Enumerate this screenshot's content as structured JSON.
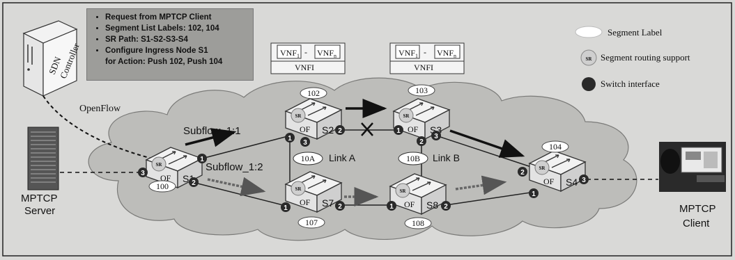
{
  "callout": {
    "items": [
      "Request from MPTCP Client",
      "Segment List Labels: 102, 104",
      "SR Path: S1-S2-S3-S4",
      "Configure Ingress Node S1"
    ],
    "continuation": "for Action: Push 102, Push 104"
  },
  "controller": {
    "label_line1": "SDN",
    "label_line2": "Controller"
  },
  "openflow_label": "OpenFlow",
  "server": {
    "line1": "MPTCP",
    "line2": "Server"
  },
  "client": {
    "line1": "MPTCP",
    "line2": "Client"
  },
  "legend": {
    "segment_label": "Segment Label",
    "sr_support": "Segment routing support",
    "switch_interface": "Switch interface",
    "sr_badge": "SR"
  },
  "vnf": {
    "left": {
      "vnf1": "VNF",
      "vnf1_sub": "1",
      "dash": "-",
      "vnfn": "VNF",
      "vnfn_sub": "n",
      "name": "VNFI"
    },
    "right": {
      "vnf1": "VNF",
      "vnf1_sub": "1",
      "dash": "-",
      "vnfn": "VNF",
      "vnfn_sub": "n",
      "name": "VNFI"
    }
  },
  "switches": {
    "s1": {
      "name": "S1",
      "label": "100",
      "of": "OF",
      "sr": "SR",
      "ports": [
        "1",
        "2",
        "3"
      ]
    },
    "s2": {
      "name": "S2",
      "label": "102",
      "of": "OF",
      "sr": "SR",
      "ports": [
        "1",
        "2",
        "3"
      ]
    },
    "s3": {
      "name": "S3",
      "label": "103",
      "of": "OF",
      "sr": "SR",
      "ports": [
        "1",
        "2",
        "3"
      ]
    },
    "s4": {
      "name": "S4",
      "label": "104",
      "of": "OF",
      "sr": "SR",
      "ports": [
        "1",
        "2",
        "3"
      ]
    },
    "s7": {
      "name": "S7",
      "label": "107",
      "of": "OF",
      "sr": "SR",
      "ports": [
        "1",
        "2"
      ]
    },
    "s8": {
      "name": "S8",
      "label": "108",
      "of": "OF",
      "sr": "SR",
      "ports": [
        "1",
        "2"
      ]
    }
  },
  "links": {
    "link_a": {
      "id": "10A",
      "name": "Link A"
    },
    "link_b": {
      "id": "10B",
      "name": "Link B"
    }
  },
  "subflows": {
    "first": "Subflow_1:1",
    "second": "Subflow_1:2"
  },
  "colors": {
    "background": "#d9d9d7",
    "cloud": "#bfbfbc",
    "port": "#2a2a2a",
    "sr_badge": "#c9c9c9"
  }
}
